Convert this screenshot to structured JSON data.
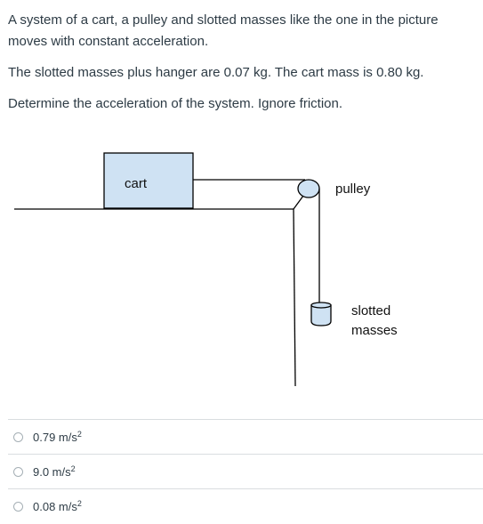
{
  "question": {
    "paragraph1": "A system of a cart, a pulley and slotted masses like the one in the picture moves with constant acceleration.",
    "paragraph2": "The slotted masses plus hanger are 0.07 kg.  The cart mass is 0.80 kg.",
    "paragraph3": "Determine the acceleration of the system. Ignore friction."
  },
  "diagram": {
    "cart_label": "cart",
    "pulley_label": "pulley",
    "masses_label_line1": "slotted",
    "masses_label_line2": "masses",
    "cart_fill": "#cfe2f3",
    "pulley_fill": "#cfe2f3",
    "masses_fill": "#cfe2f3"
  },
  "answers": [
    {
      "value": "0.79 m/s",
      "exponent": "2"
    },
    {
      "value": "9.0 m/s",
      "exponent": "2"
    },
    {
      "value": "0.08 m/s",
      "exponent": "2"
    }
  ]
}
